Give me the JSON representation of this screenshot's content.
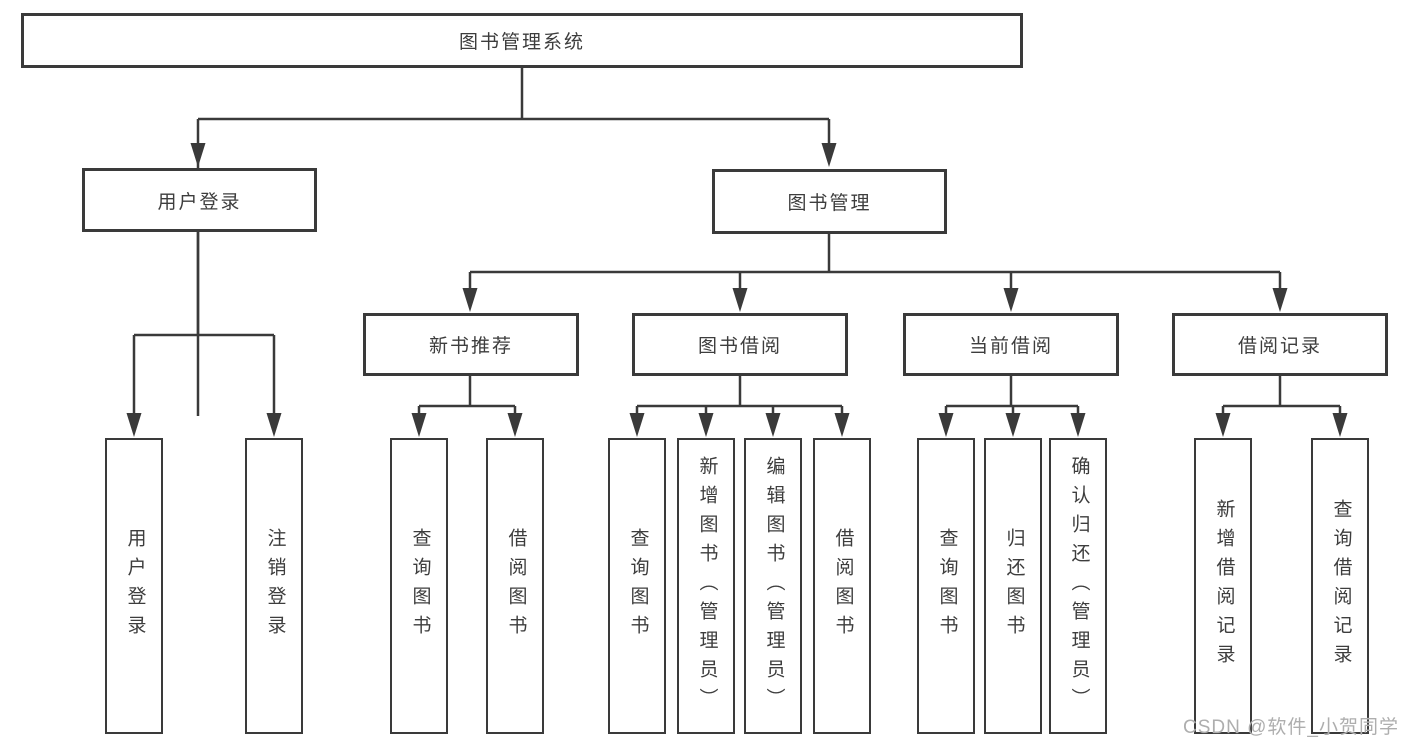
{
  "diagram": {
    "root": {
      "label": "图书管理系统"
    },
    "level2": [
      {
        "label": "用户登录"
      },
      {
        "label": "图书管理"
      }
    ],
    "level3": [
      {
        "label": "新书推荐"
      },
      {
        "label": "图书借阅"
      },
      {
        "label": "当前借阅"
      },
      {
        "label": "借阅记录"
      }
    ],
    "leaves": {
      "user": [
        "用户登录",
        "注销登录"
      ],
      "newbook": [
        "查询图书",
        "借阅图书"
      ],
      "borrow": [
        "查询图书",
        "新增图书（管理员）",
        "编辑图书（管理员）",
        "借阅图书"
      ],
      "current": [
        "查询图书",
        "归还图书",
        "确认归还（管理员）"
      ],
      "records": [
        "新增借阅记录",
        "查询借阅记录"
      ]
    }
  },
  "watermark": "CSDN @软件_小贺同学",
  "colors": {
    "line": "#3a3a3a",
    "text": "#3d3d3d",
    "watermark": "#aeaeae",
    "bg": "#ffffff"
  }
}
